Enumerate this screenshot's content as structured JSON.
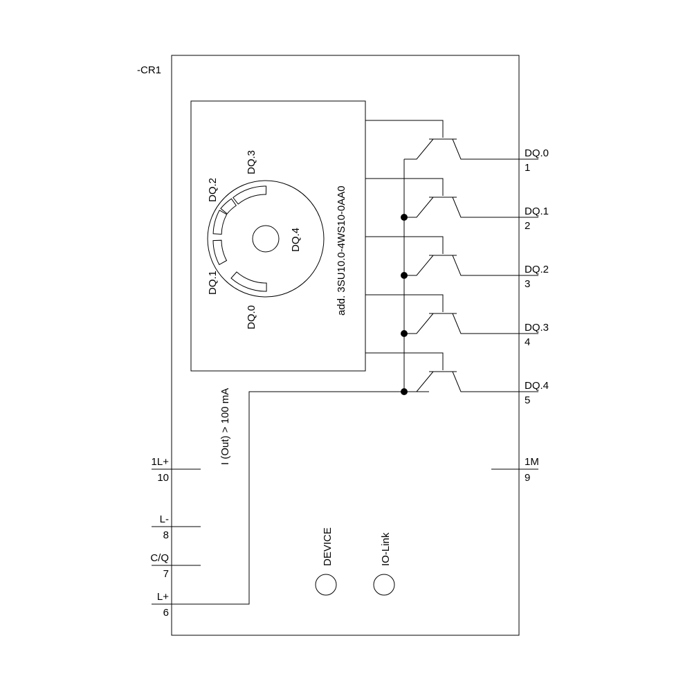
{
  "designation": "-CR1",
  "selector": {
    "positions": [
      "DQ.0",
      "DQ.1",
      "DQ.2",
      "DQ.3",
      "DQ.4"
    ],
    "part_note": "add. 3SU10.0-4WS10-0AA0"
  },
  "current_note": "I (Out) > 100 mA",
  "outputs": [
    {
      "signal": "DQ.0",
      "pin": "1"
    },
    {
      "signal": "DQ.1",
      "pin": "2"
    },
    {
      "signal": "DQ.2",
      "pin": "3"
    },
    {
      "signal": "DQ.3",
      "pin": "4"
    },
    {
      "signal": "DQ.4",
      "pin": "5"
    }
  ],
  "supply_right": {
    "signal": "1M",
    "pin": "9"
  },
  "left_terminals": [
    {
      "signal": "1L+",
      "pin": "10"
    },
    {
      "signal": "L-",
      "pin": "8"
    },
    {
      "signal": "C/Q",
      "pin": "7"
    },
    {
      "signal": "L+",
      "pin": "6"
    }
  ],
  "indicators": [
    {
      "label": "DEVICE"
    },
    {
      "label": "IO-Link"
    }
  ]
}
